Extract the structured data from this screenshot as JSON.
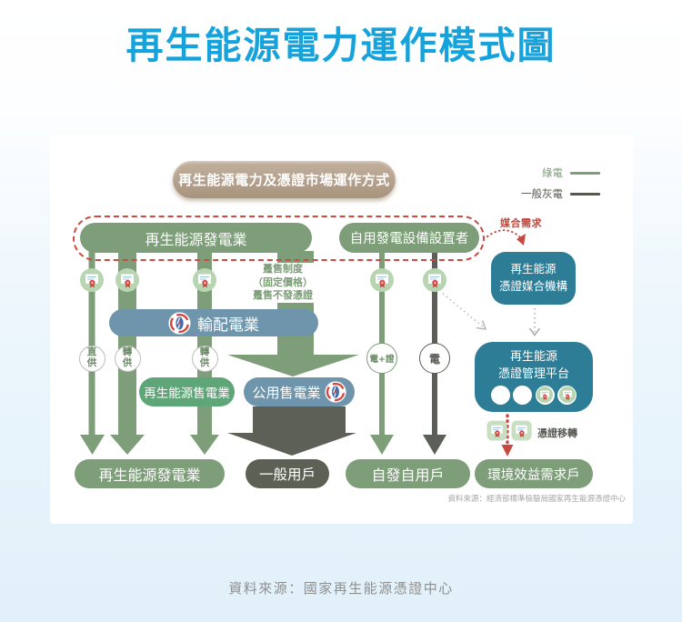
{
  "title": "再生能源電力運作模式圖",
  "caption": "資料來源：國家再生能源憑證中心",
  "diagram": {
    "header": "再生能源電力及憑證市場運作方式",
    "legend": {
      "green": "綠電",
      "gray": "一般灰電"
    },
    "source_note": "資料來源：經濟部標準檢驗局國家再生能源憑證中心",
    "nodes": {
      "gen_top": "再生能源發電業",
      "self_installer": "自用發電設備設置者",
      "transmission": "輸配電業",
      "green_retailer": "再生能源售電業",
      "public_retailer": "公用售電業",
      "gen_bottom": "再生能源發電業",
      "general_user": "一般用戶",
      "self_user": "自發自用戶",
      "env_user": "環境效益需求戶",
      "matching_org": "再生能源\n憑證媒合機構",
      "cert_platform": "再生能源\n憑證管理平台"
    },
    "labels": {
      "fit_note": "躉售制度\n（固定價格）\n躉售不發憑證",
      "direct": "直供",
      "wheel1": "轉供",
      "wheel2": "轉供",
      "power_cert": "電+證",
      "power": "電",
      "matching_demand": "媒合需求",
      "cert_transfer": "憑證移轉"
    },
    "colors": {
      "title_blue": "#16a2db",
      "sage_green": "#7e9d79",
      "bright_green": "#5ea577",
      "slate_blue": "#6e95ab",
      "teal": "#2e7d97",
      "dark_gray": "#5c6055",
      "red": "#c64a42",
      "header_tan": "#ab9781"
    }
  }
}
